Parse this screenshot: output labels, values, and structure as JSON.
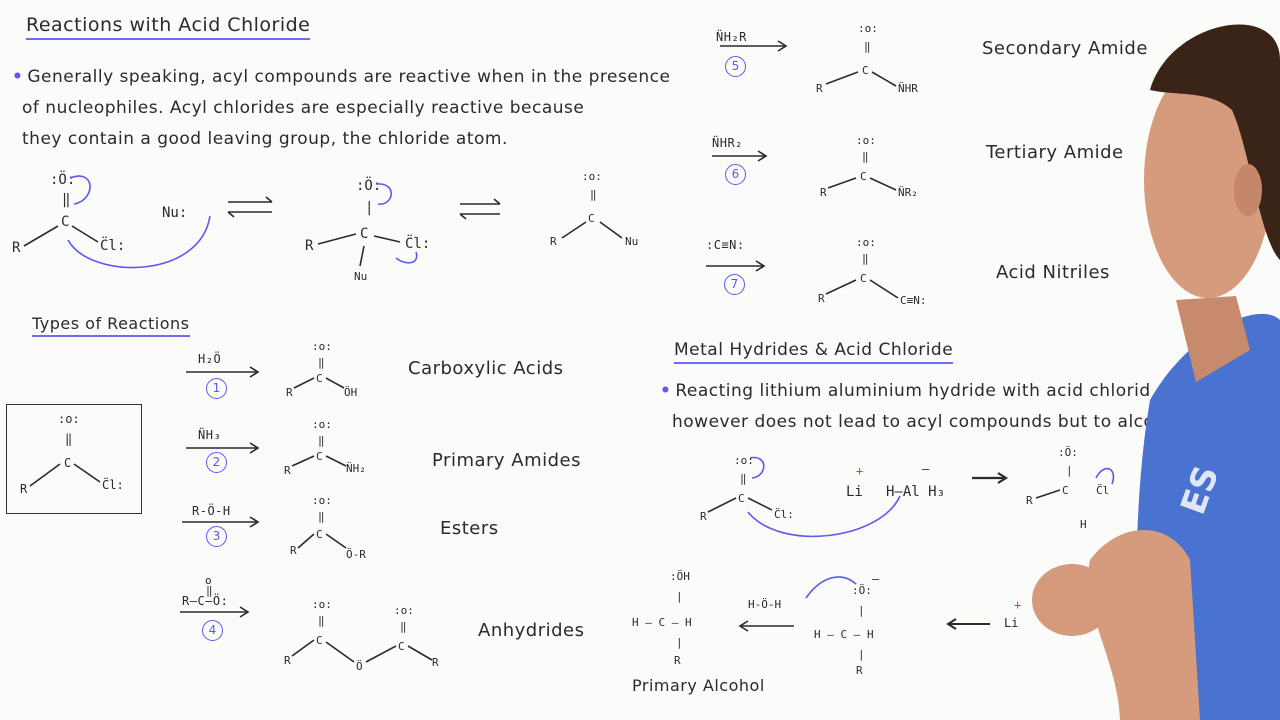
{
  "title": "Reactions with Acid Chloride",
  "intro": [
    "Generally speaking, acyl compounds are reactive when in the presence",
    "of nucleophiles. Acyl chlorides are especially reactive because",
    "they contain a good leaving group, the chloride atom."
  ],
  "types_heading": "Types of Reactions",
  "reactions": [
    {
      "reagent": "H₂Ö",
      "number": "1",
      "product": "Carboxylic Acids"
    },
    {
      "reagent": "N̈H₃",
      "number": "2",
      "product": "Primary Amides"
    },
    {
      "reagent": "R-Ö-H",
      "number": "3",
      "product": "Esters"
    },
    {
      "reagent": "R–C–Ö:",
      "number": "4",
      "product": "Anhydrides"
    },
    {
      "reagent": "N̈H₂R",
      "number": "5",
      "product": "Secondary Amide"
    },
    {
      "reagent": "N̈HR₂",
      "number": "6",
      "product": "Tertiary Amide"
    },
    {
      "reagent": ":C≡N:",
      "number": "7",
      "product": "Acid Nitriles"
    }
  ],
  "hydride_heading": "Metal Hydrides & Acid Chloride",
  "hydride_text": [
    "Reacting lithium aluminium hydride with acid chlorid",
    "however does not lead to acyl compounds but to alco"
  ],
  "primary_alcohol": "Primary Alcohol",
  "chem": {
    "nu": "Nu:",
    "li": "Li",
    "hal": "H–Al H₃",
    "hoh": "H-Ö-H",
    "boxed_cl": "C̈l:",
    "watermark": "ES"
  },
  "colors": {
    "board": "#fbfbf9",
    "ink": "#2a2a30",
    "accent": "#5a5af0",
    "shirt": "#4a72d0",
    "plus": "#e0304a"
  }
}
